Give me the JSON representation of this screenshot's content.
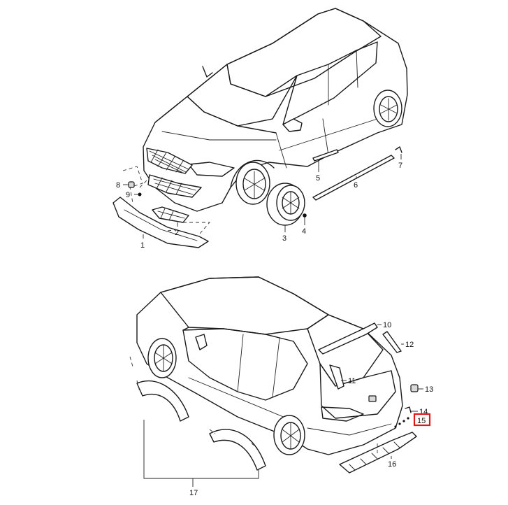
{
  "callouts": [
    {
      "id": "1",
      "label": "1"
    },
    {
      "id": "2",
      "label": "2"
    },
    {
      "id": "3",
      "label": "3"
    },
    {
      "id": "4",
      "label": "4"
    },
    {
      "id": "5",
      "label": "5"
    },
    {
      "id": "6",
      "label": "6"
    },
    {
      "id": "7",
      "label": "7"
    },
    {
      "id": "8",
      "label": "8"
    },
    {
      "id": "9",
      "label": "9"
    },
    {
      "id": "10",
      "label": "10"
    },
    {
      "id": "11",
      "label": "11"
    },
    {
      "id": "12",
      "label": "12"
    },
    {
      "id": "13",
      "label": "13"
    },
    {
      "id": "14",
      "label": "14"
    },
    {
      "id": "15",
      "label": "15",
      "highlighted": true
    },
    {
      "id": "16",
      "label": "16"
    },
    {
      "id": "17",
      "label": "17"
    }
  ],
  "highlight_color": "#e0161b"
}
